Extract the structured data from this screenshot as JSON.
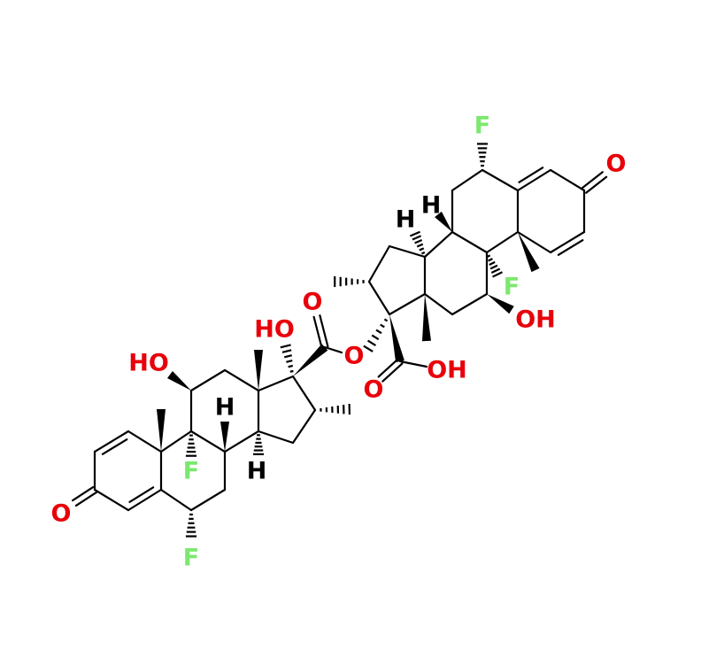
{
  "molecule": {
    "colors": {
      "carbon": "#000000",
      "oxygen": "#e8000b",
      "fluorine": "#7be86e",
      "hydrogen": "#000000"
    },
    "left_unit": {
      "labels": {
        "ho_c11": "HO",
        "ho_c17": "HO",
        "o_ketone": "O",
        "o_ester_carbonyl": "O",
        "o_ester_link": "O",
        "f_c6": "F",
        "f_c9": "F",
        "h_c8": "H",
        "h_c14": "H"
      }
    },
    "right_unit": {
      "labels": {
        "f_c6": "F",
        "f_c9": "F",
        "o_ketone": "O",
        "oh_c11": "OH",
        "o_acid_carbonyl": "O",
        "oh_acid": "OH",
        "h_c8": "H",
        "h_c14": "H"
      }
    }
  }
}
